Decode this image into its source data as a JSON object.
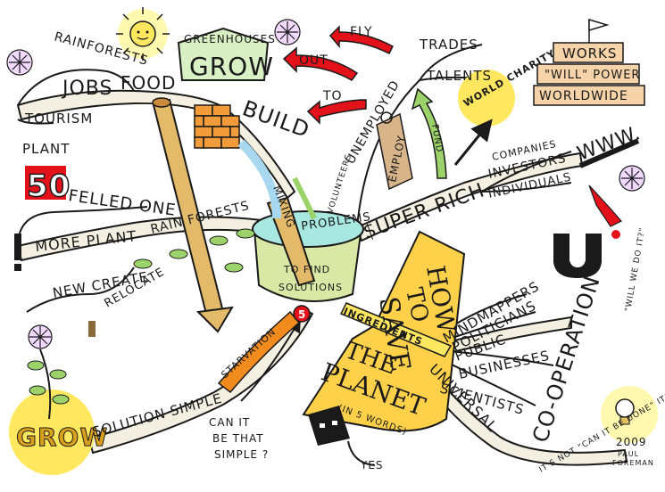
{
  "colors": {
    "branch": "#f3f0e2",
    "ink": "#1a1a1a",
    "yellow": "#ffe860",
    "red": "#e3111a",
    "green": "#9bd36a",
    "brown": "#c98a3a",
    "orange": "#f28b1e",
    "brick": "#f29b3a"
  },
  "center": {
    "ingredients": "INGREDIENTS",
    "how": "HOW",
    "to": "TO",
    "save": "SAVE",
    "the": "THE",
    "planet": "PLANET",
    "in5words": "(IN 5 WORDS)"
  },
  "bowl": {
    "problems": "PROBLEMS",
    "to_find": "TO FIND",
    "solutions": "SOLUTIONS",
    "mixing": "MIXING",
    "volunteers": "VOLUNTEERS"
  },
  "top_left": {
    "rainforests": "RAINFORESTS",
    "jobs": "JOBS",
    "tourism": "TOURISM",
    "food": "FOOD",
    "greenhouses": "GREENHOUSES",
    "grow": "GROW",
    "build": "BUILD"
  },
  "arrows": {
    "fly": "FLY",
    "out": "OUT",
    "to": "TO"
  },
  "top_right": {
    "unemployed": "UNEMPLOYED",
    "trades": "TRADES",
    "talents": "TALENTS",
    "employ": "EMPLOY",
    "fund": "FUND",
    "world_charity": "WORLD CHARITY",
    "super_rich": "$UPER RICH",
    "companies": "COMPANIES",
    "investors": "INVESTORS",
    "individuals": "INDIVIDUALS",
    "www": "WWW.",
    "sign_works": "WORKS",
    "sign_will_power": "\"WILL\" POWER",
    "sign_worldwide": "WORLDWIDE"
  },
  "left": {
    "plant": "PLANT",
    "fifty": "50",
    "felled_one": "FELLED ONE",
    "more_plant": "MORE PLANT",
    "rain_forests": "RAIN FORESTS",
    "new_create": "NEW CREATE",
    "relocate": "RELOCATE"
  },
  "bottom_left": {
    "grow": "GROW",
    "solution_simple": "SOLUTION SIMPLE",
    "starvation": "STARVATION",
    "five": "5",
    "can_it": "CAN IT",
    "be_that": "BE THAT",
    "simple_q": "SIMPLE ?",
    "yes": "YES"
  },
  "right": {
    "mindmappers": "MINDMAPPERS",
    "politicians": "POLITICIANS",
    "public": "PUBLIC",
    "businesses": "BUSINESSES",
    "scientists": "SCIENTISTS",
    "universal": "UNIVERSAL",
    "cooperation": "CO-OPERATION",
    "u": "U",
    "will_we": "\"WILL WE DO IT?\"",
    "its_not": "IT'S NOT \"CAN IT BE DONE\" IT'S",
    "year": "2009",
    "author_first": "PAUL",
    "author_last": "FOREMAN"
  }
}
